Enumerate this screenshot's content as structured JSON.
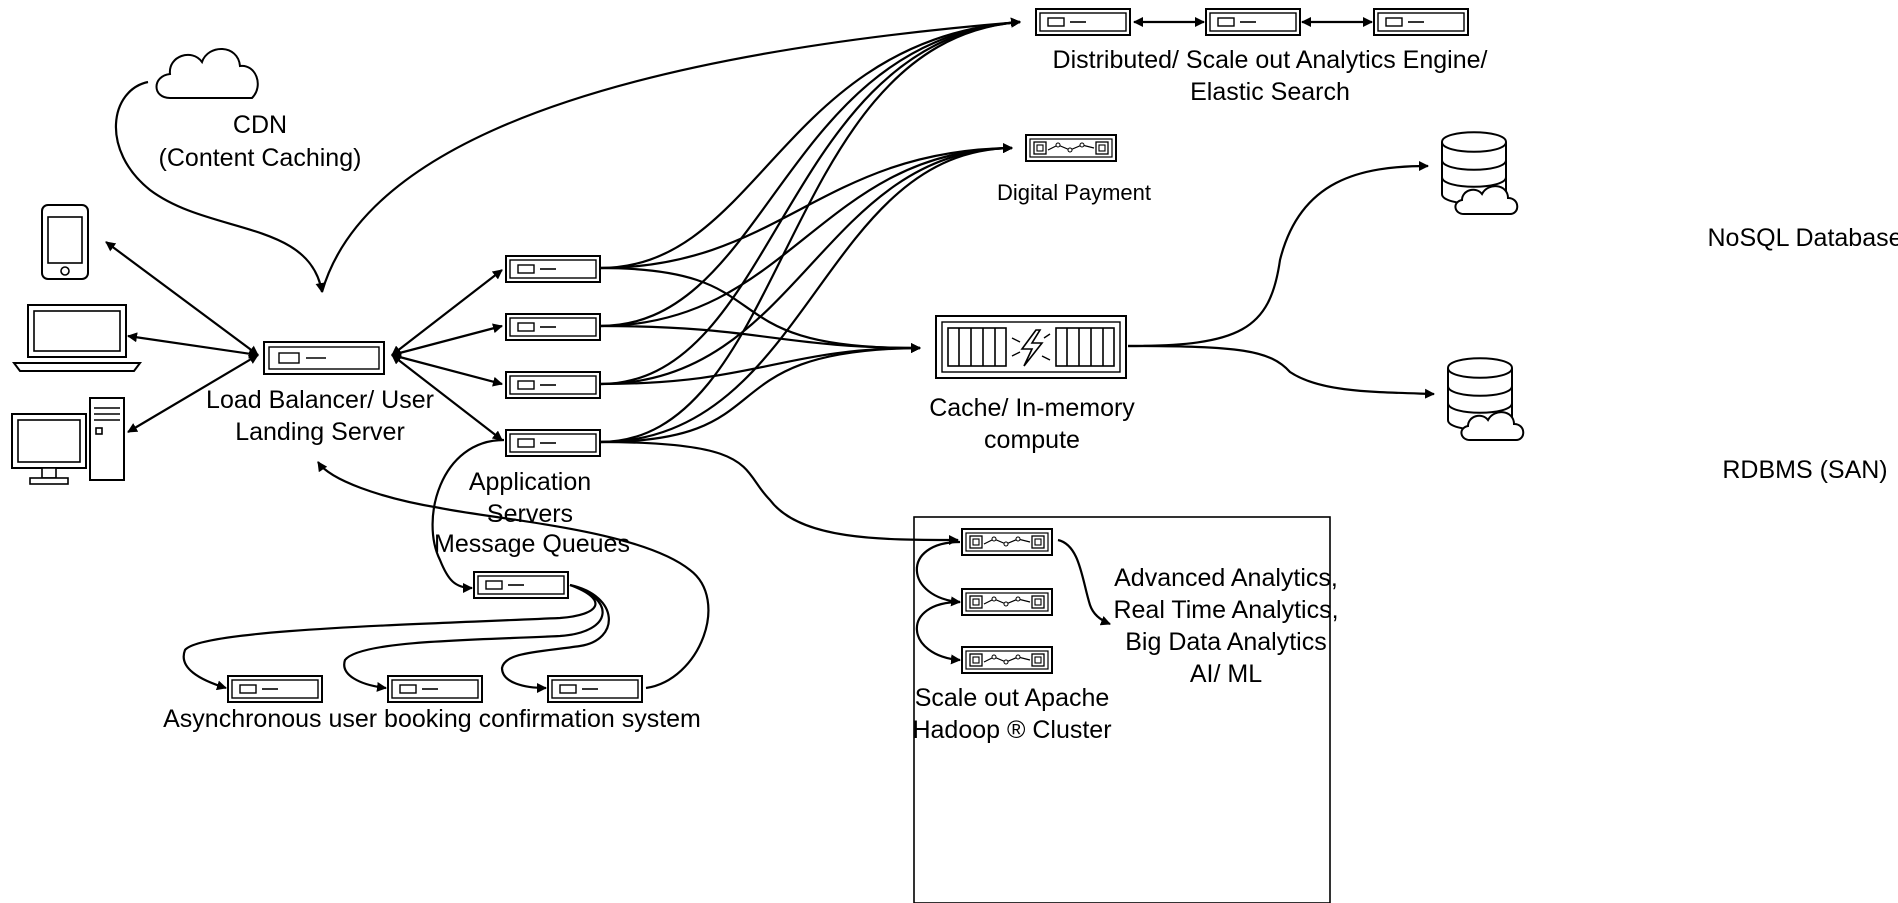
{
  "labels": {
    "cdn_1": "CDN",
    "cdn_2": "(Content Caching)",
    "lb_1": "Load Balancer/ User",
    "lb_2": "Landing Server",
    "app_1": "Application",
    "app_2": "Servers",
    "mq": "Message Queues",
    "async": "Asynchronous user booking confirmation system",
    "analytics_1": "Distributed/ Scale out Analytics Engine/",
    "analytics_2": "Elastic Search",
    "payment": "Digital Payment",
    "cache_1": "Cache/ In-memory",
    "cache_2": "compute",
    "nosql": "NoSQL Database",
    "rdbms": "RDBMS (SAN)",
    "hadoop_1": "Scale out Apache",
    "hadoop_2": "Hadoop ® Cluster",
    "adv_1": "Advanced Analytics,",
    "adv_2": "Real Time Analytics,",
    "adv_3": "Big Data Analytics",
    "adv_4": "AI/ ML"
  },
  "icons": {
    "cdn": "cloud-icon",
    "phone": "smartphone-icon",
    "laptop": "laptop-icon",
    "desktop": "desktop-computer-icon",
    "server": "server-icon",
    "network_appliance": "network-appliance-icon",
    "cache": "in-memory-cache-icon",
    "database": "cloud-database-icon"
  }
}
